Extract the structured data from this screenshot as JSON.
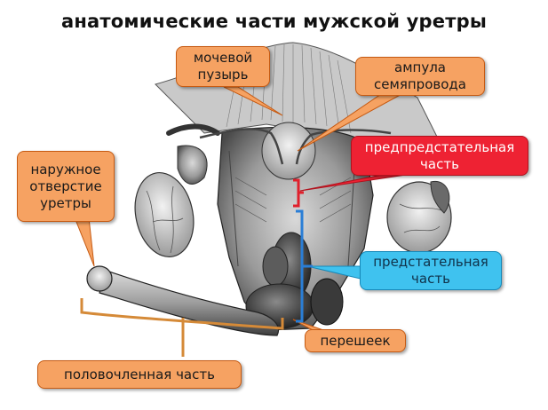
{
  "title": "анатомические части мужской уретры",
  "labels": {
    "bladder": "мочевой\nпузырь",
    "ampulla": "ампула\nсемяпровода",
    "preprostatic": "предпредстательная\nчасть",
    "external_orifice": "наружное\nотверстие\nуретры",
    "prostatic": "предстательная\nчасть",
    "isthmus": "перешеек",
    "penile": "половочленная часть"
  },
  "colors": {
    "callout_orange": "#f6a262",
    "callout_red": "#ee2233",
    "callout_blue": "#3fc2ef",
    "bracket_orange": "#d58a38",
    "bracket_red": "#e0202c",
    "bracket_blue": "#2a7ed6"
  }
}
